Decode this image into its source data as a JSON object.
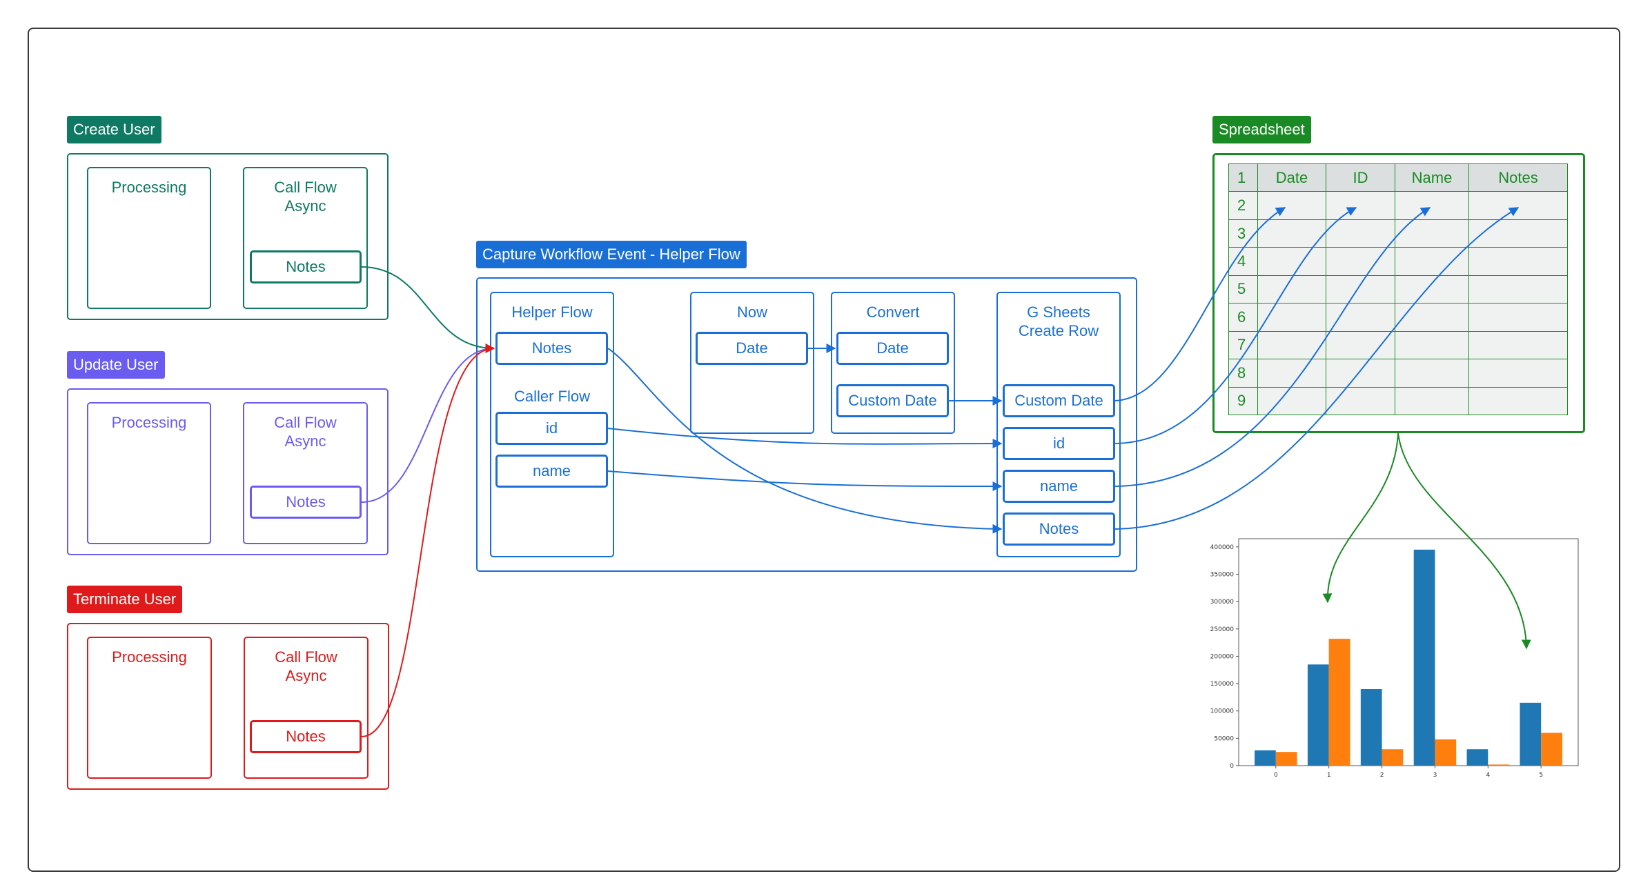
{
  "create_user": {
    "tag": "Create User",
    "processing": "Processing",
    "call_flow": "Call Flow\nAsync",
    "notes": "Notes"
  },
  "update_user": {
    "tag": "Update User",
    "processing": "Processing",
    "call_flow": "Call Flow\nAsync",
    "notes": "Notes"
  },
  "terminate_user": {
    "tag": "Terminate User",
    "processing": "Processing",
    "call_flow": "Call Flow\nAsync",
    "notes": "Notes"
  },
  "capture": {
    "tag": "Capture Workflow Event - Helper Flow",
    "helper_flow": {
      "title": "Helper Flow",
      "notes": "Notes",
      "caller_title": "Caller Flow",
      "id": "id",
      "name": "name"
    },
    "now": {
      "title": "Now",
      "date": "Date"
    },
    "convert": {
      "title": "Convert",
      "date": "Date",
      "custom_date": "Custom Date"
    },
    "gsheets": {
      "title": "G Sheets\nCreate Row",
      "custom_date": "Custom Date",
      "id": "id",
      "name": "name",
      "notes": "Notes"
    }
  },
  "spreadsheet": {
    "tag": "Spreadsheet",
    "headers": [
      "1",
      "Date",
      "ID",
      "Name",
      "Notes"
    ],
    "row_numbers": [
      "2",
      "3",
      "4",
      "5",
      "6",
      "7",
      "8",
      "9"
    ]
  },
  "colors": {
    "create_user": "#0e7a63",
    "update_user": "#6a5cf0",
    "terminate_user": "#e01a1a",
    "capture": "#1a6fd6",
    "spreadsheet": "#1a8a24",
    "chart_blue": "#1f77b4",
    "chart_orange": "#ff7f0e"
  },
  "chart_data": {
    "type": "bar",
    "categories": [
      "0",
      "1",
      "2",
      "3",
      "4",
      "5"
    ],
    "series": [
      {
        "values": [
          28000,
          185000,
          140000,
          395000,
          30000,
          115000
        ]
      },
      {
        "values": [
          25000,
          232000,
          30000,
          48000,
          2000,
          60000
        ]
      }
    ],
    "y_ticks": [
      "0",
      "50000",
      "100000",
      "150000",
      "200000",
      "250000",
      "300000",
      "350000",
      "400000"
    ],
    "ylim": [
      0,
      415000
    ],
    "title": "",
    "xlabel": "",
    "ylabel": "",
    "grid": false
  }
}
